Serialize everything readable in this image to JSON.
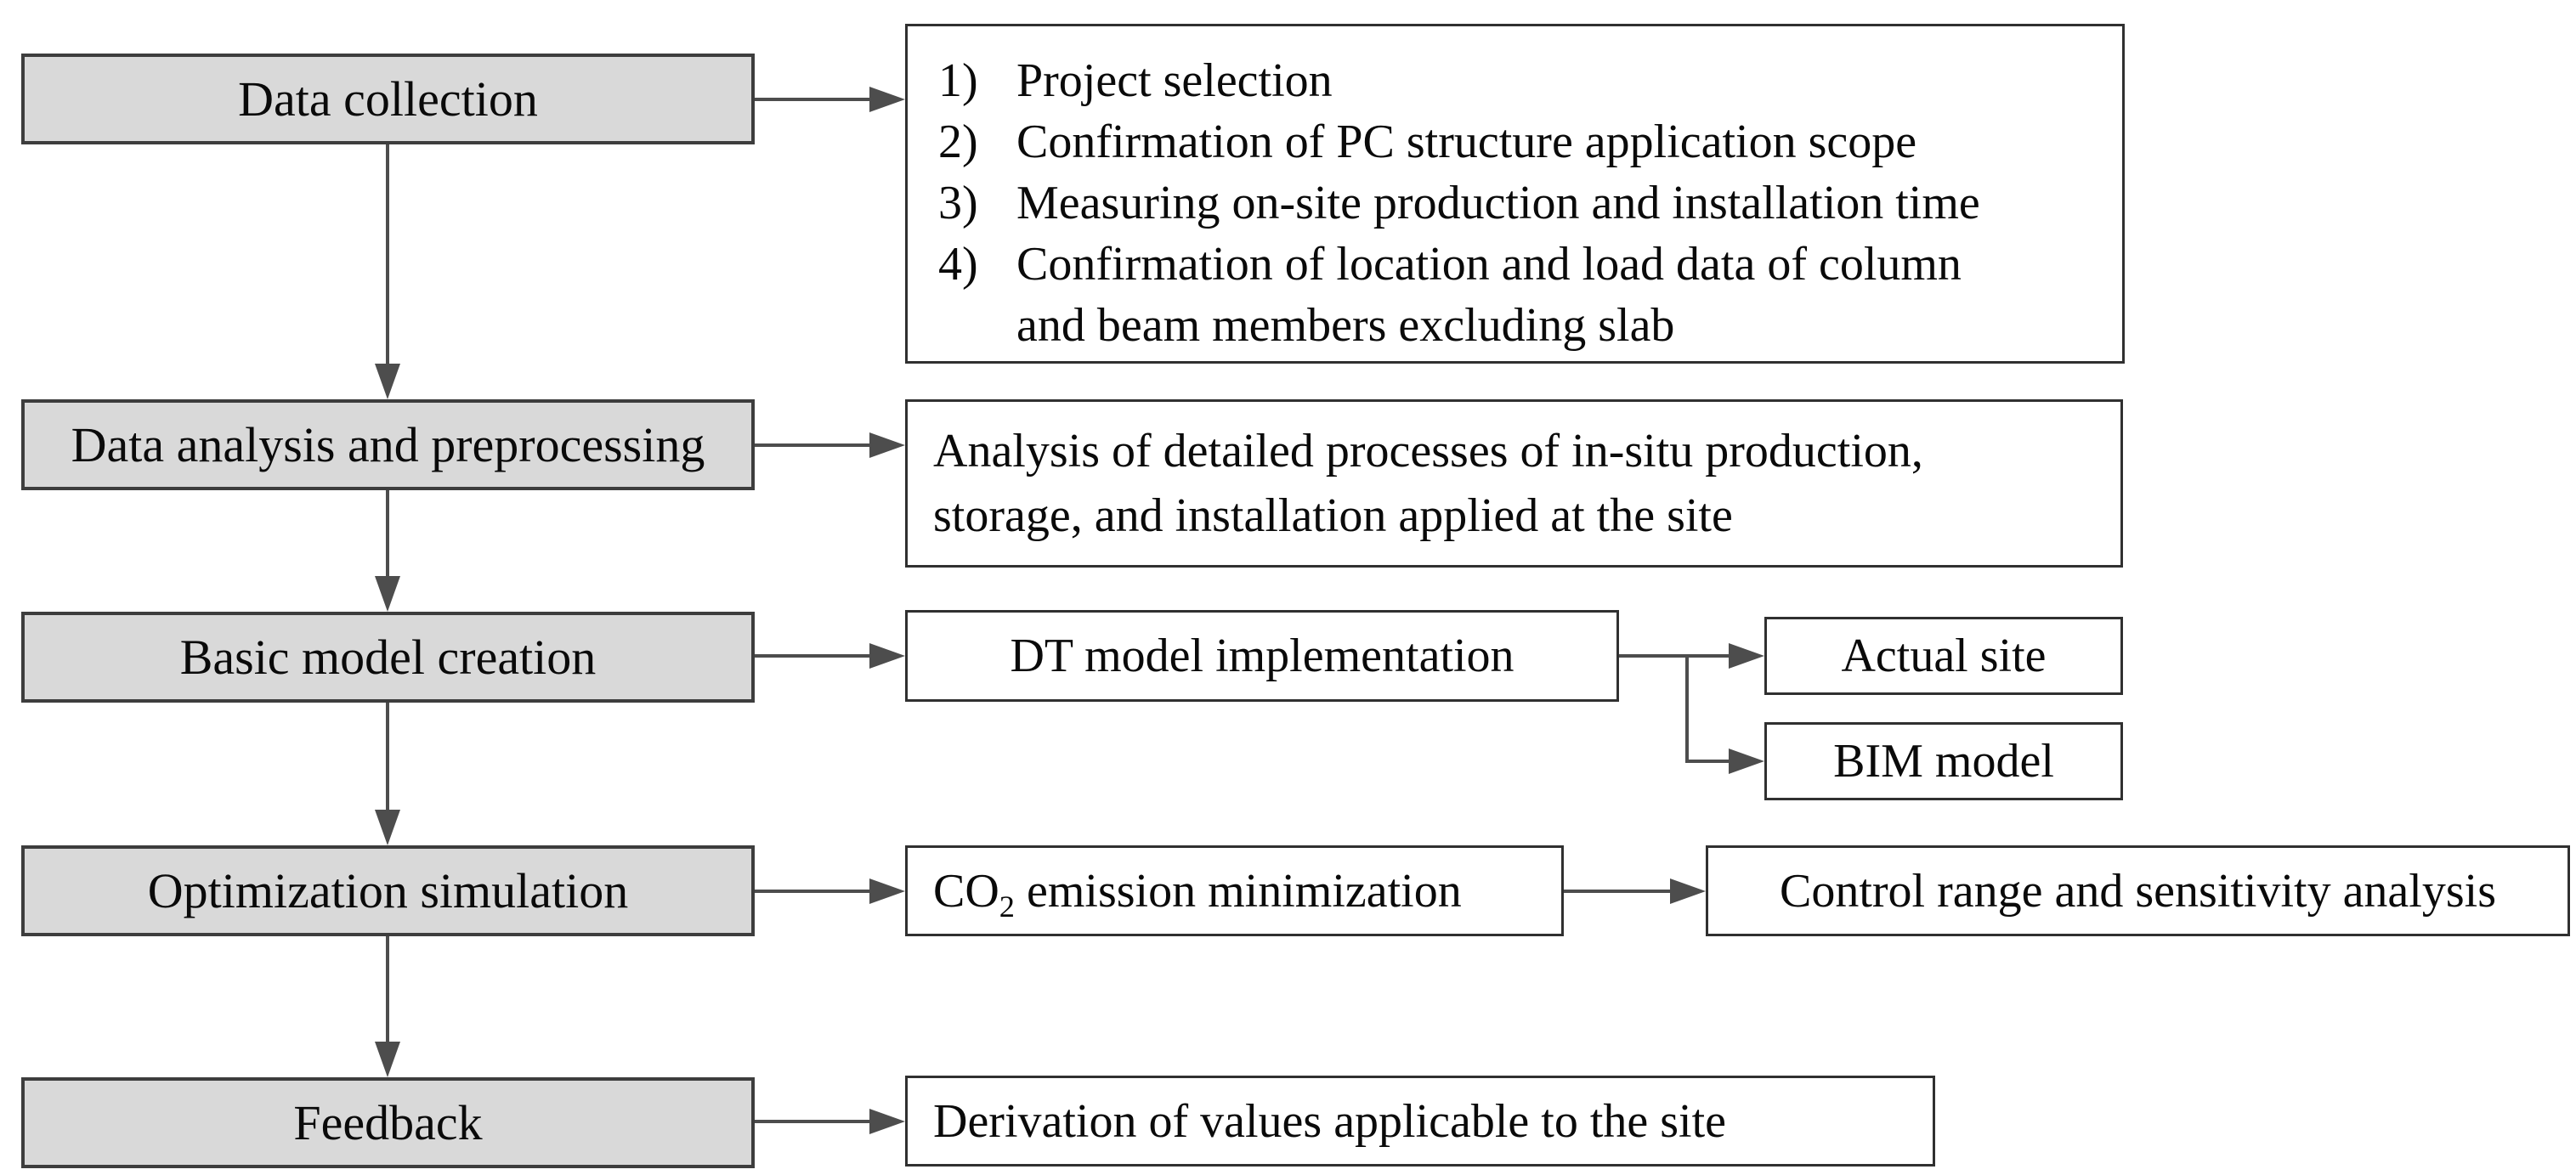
{
  "diagram": {
    "stages": [
      {
        "label": "Data collection"
      },
      {
        "label": "Data analysis and preprocessing"
      },
      {
        "label": "Basic model creation"
      },
      {
        "label": "Optimization simulation"
      },
      {
        "label": "Feedback"
      }
    ],
    "collection_details": {
      "items": [
        {
          "num": "1)",
          "text": "Project selection"
        },
        {
          "num": "2)",
          "text": "Confirmation of PC structure application scope"
        },
        {
          "num": "3)",
          "text": "Measuring on-site production and installation time"
        },
        {
          "num": "4)",
          "text": "Confirmation of location and load data of column",
          "text2": "and beam members excluding slab"
        }
      ]
    },
    "analysis_detail": {
      "line1": "Analysis of detailed processes of in-situ production,",
      "line2": "storage, and installation applied at the site"
    },
    "dt_model": {
      "label": "DT model implementation"
    },
    "dt_outputs": {
      "actual_site": {
        "label": "Actual site"
      },
      "bim_model": {
        "label": "BIM model"
      }
    },
    "optimization_detail": {
      "co2_pre": "CO",
      "co2_sub": "2",
      "co2_post": " emission minimization"
    },
    "control": {
      "label": "Control range and sensitivity analysis"
    },
    "feedback_detail": {
      "label": "Derivation of values applicable to the site"
    },
    "colors": {
      "background": "#ffffff",
      "stage_box_fill": "#d9d9d9",
      "stage_box_border": "#3d3d3d",
      "detail_box_border": "#303030",
      "arrow": "#4d4d4d",
      "text": "#0a0a0a"
    }
  }
}
